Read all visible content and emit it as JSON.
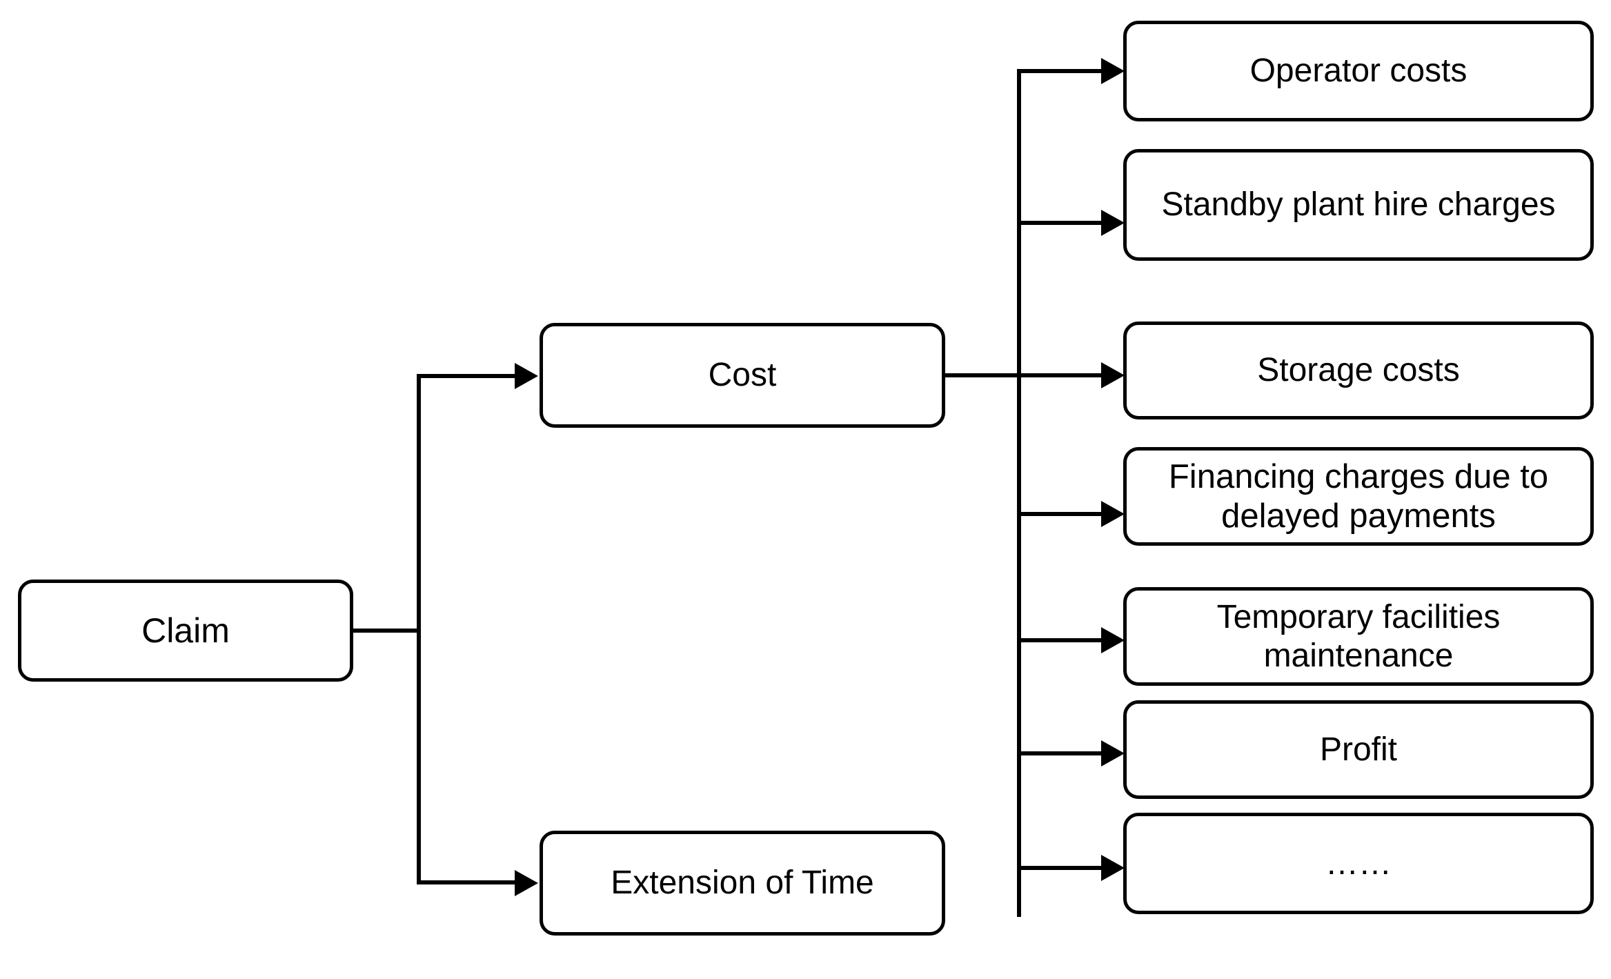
{
  "diagram": {
    "title": "Claim breakdown tree",
    "stroke_color": "#000000",
    "background_color": "#ffffff",
    "root": {
      "label": "Claim"
    },
    "branches": [
      {
        "label": "Cost"
      },
      {
        "label": "Extension of Time"
      }
    ],
    "cost_items": [
      {
        "label": "Operator costs"
      },
      {
        "label": "Standby plant hire charges"
      },
      {
        "label": "Storage costs"
      },
      {
        "label": "Financing charges due to delayed payments"
      },
      {
        "label": "Temporary facilities maintenance"
      },
      {
        "label": "Profit"
      },
      {
        "label": "……"
      }
    ]
  }
}
